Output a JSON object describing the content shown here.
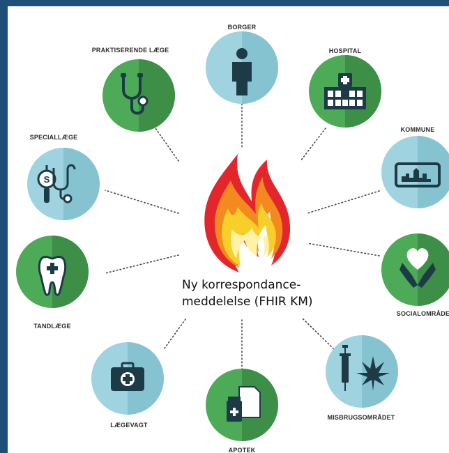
{
  "center": {
    "line1": "Ny korrespondance-",
    "line2": "meddelelse  (FHIR KM)"
  },
  "nodes": [
    {
      "id": "borger",
      "label": "BORGER",
      "icon": "person-icon",
      "color": "blue"
    },
    {
      "id": "hospital",
      "label": "HOSPITAL",
      "icon": "hospital-icon",
      "color": "green"
    },
    {
      "id": "kommune",
      "label": "KOMMUNE",
      "icon": "town-icon",
      "color": "blue"
    },
    {
      "id": "socialomraade",
      "label": "SOCIALOMRÅDE",
      "icon": "heart-hands-icon",
      "color": "green"
    },
    {
      "id": "misbrugsomraadet",
      "label": "MISBRUGSOMRÅDET",
      "icon": "syringe-cannabis-icon",
      "color": "blue"
    },
    {
      "id": "apotek",
      "label": "APOTEK",
      "icon": "medicine-bottle-icon",
      "color": "green"
    },
    {
      "id": "laegevagt",
      "label": "LÆGEVAGT",
      "icon": "first-aid-kit-icon",
      "color": "blue"
    },
    {
      "id": "tandlaege",
      "label": "TANDLÆGE",
      "icon": "tooth-icon",
      "color": "green"
    },
    {
      "id": "speciallaege",
      "label": "SPECIALLÆGE",
      "icon": "stethoscope-coin-icon",
      "color": "blue"
    },
    {
      "id": "praktiserende",
      "label": "PRAKTISERENDE LÆGE",
      "icon": "stethoscope-icon",
      "color": "green"
    }
  ],
  "colors": {
    "background": "#1f4e79",
    "green": "#4daa57",
    "green_dark": "#3d8f47",
    "blue": "#9fd3df",
    "blue_dark": "#86c3d1",
    "icon": "#1d3b47"
  }
}
